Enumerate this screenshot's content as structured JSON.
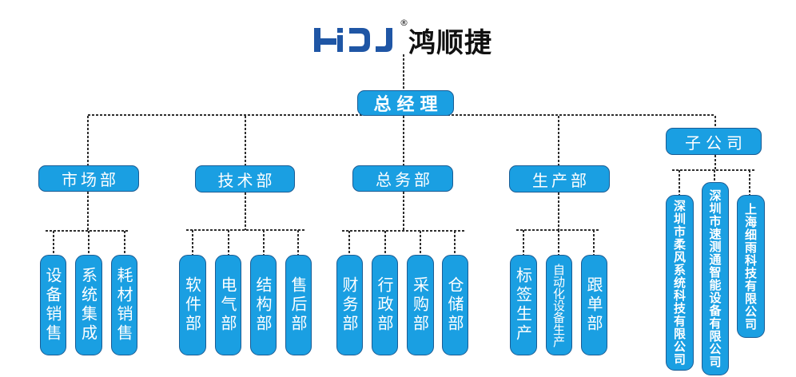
{
  "logo": {
    "brand_latin": "HiSJ",
    "registered": "®",
    "brand_cn": "鸿顺捷"
  },
  "root": {
    "label": "总经理"
  },
  "departments": [
    {
      "label": "市场部",
      "units": [
        "设备销售",
        "系统集成",
        "耗材销售"
      ]
    },
    {
      "label": "技术部",
      "units": [
        "软件部",
        "电气部",
        "结构部",
        "售后部"
      ]
    },
    {
      "label": "总务部",
      "units": [
        "财务部",
        "行政部",
        "采购部",
        "仓储部"
      ]
    },
    {
      "label": "生产部",
      "units": [
        "标签生产",
        "自动化设备生产",
        "跟单部"
      ]
    },
    {
      "label": "子公司",
      "units": [
        "深圳市柔风系统科技有限公司",
        "深圳市速测通智能设备有限公司",
        "上海细雨科技有限公司"
      ]
    }
  ],
  "colors": {
    "node_fill": "#1a9fe2",
    "node_border": "#1b5c94",
    "logo_blue": "#1f56a5",
    "connector": "#2e2e2e"
  }
}
